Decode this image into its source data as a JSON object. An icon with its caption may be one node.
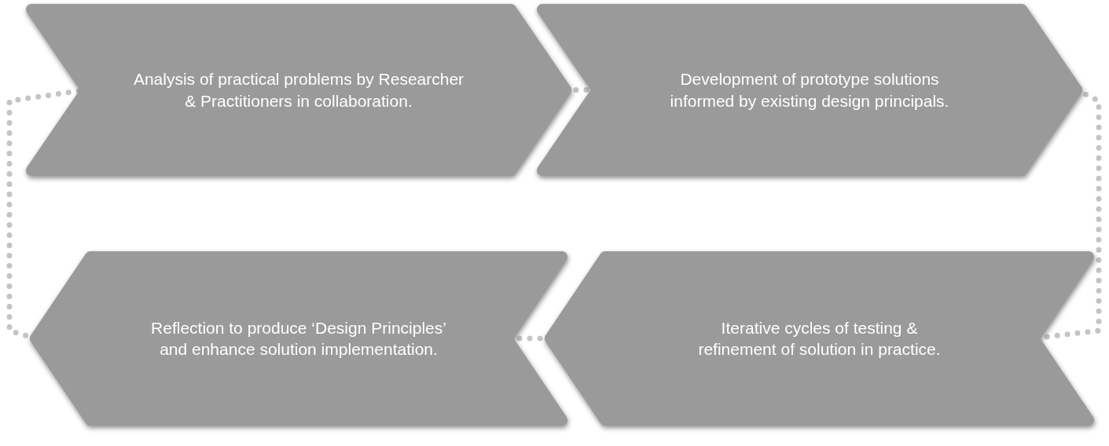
{
  "diagram": {
    "nodes": [
      {
        "text": [
          "Analysis of practical problems by Researcher & Practitioners in collaboration."
        ]
      },
      {
        "text": [
          "Development of prototype solutions informed by existing design principals."
        ]
      },
      {
        "text": [
          "Reflection to produce ‘Design Principles’ and enhance solution implementation."
        ]
      },
      {
        "text": [
          "Iterative cycles of testing & refinement of solution in practice."
        ]
      }
    ],
    "edges": [
      {
        "from": 0,
        "to": 1,
        "arrow": "none",
        "style": "dashed"
      },
      {
        "from": 1,
        "to": 3,
        "arrow": "none",
        "style": "dashed"
      },
      {
        "from": 3,
        "to": 2,
        "arrow": "none",
        "style": "dashed"
      },
      {
        "from": 2,
        "to": 0,
        "arrow": "none",
        "style": "dashed"
      }
    ]
  }
}
